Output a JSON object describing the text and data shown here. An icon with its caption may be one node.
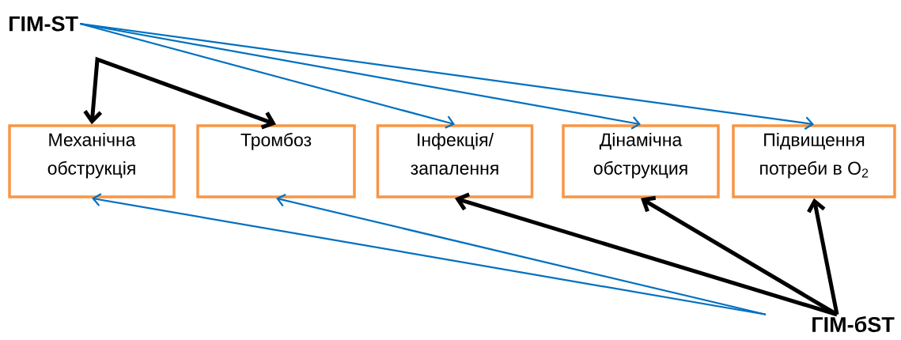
{
  "diagram": {
    "nodes": [
      {
        "text": [
          "ГІМ-ST"
        ]
      },
      {
        "text": [
          "Механічна обструкція"
        ]
      },
      {
        "text": [
          "Тромбоз"
        ]
      },
      {
        "text": [
          "Інфекція/ запалення"
        ]
      },
      {
        "text": [
          "Дінамічна обструкция"
        ]
      },
      {
        "text": [
          "Підвищення потреби в O$_{2}$"
        ]
      },
      {
        "text": [
          "ГІМ-бST"
        ]
      }
    ],
    "edges": [
      {
        "from": 1,
        "to": 2,
        "arrow": "both",
        "style": "thick",
        "color": "#000000"
      },
      {
        "from": 0,
        "to": 3,
        "arrow": "to"
      },
      {
        "from": 0,
        "to": 4,
        "arrow": "to"
      },
      {
        "from": 0,
        "to": 5,
        "arrow": "to"
      },
      {
        "from": 6,
        "to": 1,
        "arrow": "to"
      },
      {
        "from": 6,
        "to": 2,
        "arrow": "to"
      },
      {
        "from": 6,
        "to": 3,
        "arrow": "to",
        "style": "thick",
        "color": "#000000"
      },
      {
        "from": 6,
        "to": 4,
        "arrow": "to",
        "style": "thick",
        "color": "#000000"
      },
      {
        "from": 6,
        "to": 5,
        "arrow": "to",
        "style": "thick",
        "color": "#000000"
      }
    ]
  }
}
